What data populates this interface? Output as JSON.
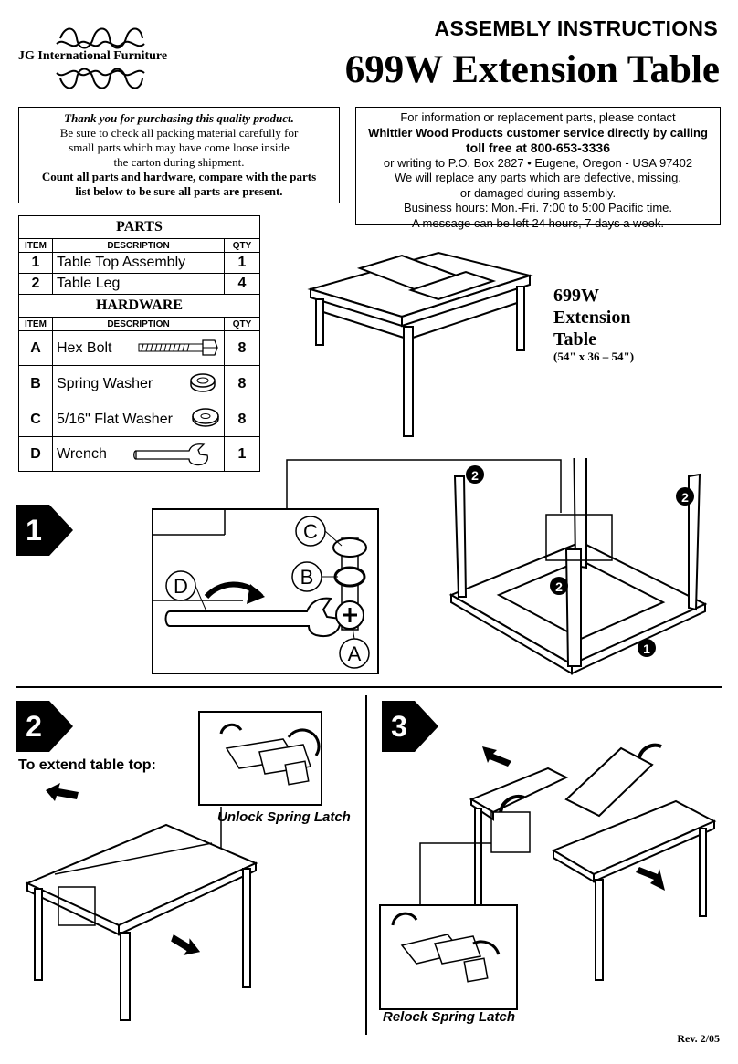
{
  "brand": {
    "name": "JG International Furniture"
  },
  "header": {
    "title": "ASSEMBLY INSTRUCTIONS",
    "product": "699W Extension Table"
  },
  "thanks": {
    "line1": "Thank you for purchasing this quality product.",
    "line2": "Be sure to check all packing material carefully for",
    "line3": "small parts which may have come loose inside",
    "line4": "the carton during shipment.",
    "line5": "Count all parts and hardware, compare with the parts",
    "line6": "list below to be sure all parts are present."
  },
  "contact": {
    "line1": "For information or replacement parts, please contact",
    "line2": "Whittier Wood Products customer service directly by calling",
    "line3": "toll free at 800-653-3336",
    "line4": "or writing to P.O. Box 2827 • Eugene, Oregon - USA 97402",
    "line5": "We will replace any parts which are defective, missing,",
    "line6": "or  damaged during assembly.",
    "line7": "Business hours: Mon.-Fri. 7:00 to 5:00 Pacific time.",
    "line8": "A message can be left 24 hours, 7 days a week."
  },
  "parts": {
    "title": "PARTS",
    "col_item": "ITEM",
    "col_desc": "DESCRIPTION",
    "col_qty": "QTY",
    "rows": [
      {
        "item": "1",
        "desc": "Table Top Assembly",
        "qty": "1"
      },
      {
        "item": "2",
        "desc": "Table Leg",
        "qty": "4"
      }
    ]
  },
  "hardware": {
    "title": "HARDWARE",
    "col_item": "ITEM",
    "col_desc": "DESCRIPTION",
    "col_qty": "QTY",
    "rows": [
      {
        "item": "A",
        "desc": "Hex Bolt",
        "qty": "8"
      },
      {
        "item": "B",
        "desc": "Spring Washer",
        "qty": "8"
      },
      {
        "item": "C",
        "desc": "5/16\" Flat Washer",
        "qty": "8"
      },
      {
        "item": "D",
        "desc": "Wrench",
        "qty": "1"
      }
    ]
  },
  "product_label": {
    "line1": "699W",
    "line2": "Extension",
    "line3": "Table",
    "dims": "(54\" x 36 – 54\")"
  },
  "step1": {
    "number": "1",
    "label_c": "C",
    "label_b": "B",
    "label_d": "D",
    "label_a": "A",
    "callout_leg": "2",
    "callout_top": "1"
  },
  "step2": {
    "number": "2",
    "heading": "To extend table top:",
    "caption": "Unlock Spring Latch"
  },
  "step3": {
    "number": "3",
    "caption": "Relock Spring Latch"
  },
  "footer": {
    "rev": "Rev. 2/05"
  }
}
